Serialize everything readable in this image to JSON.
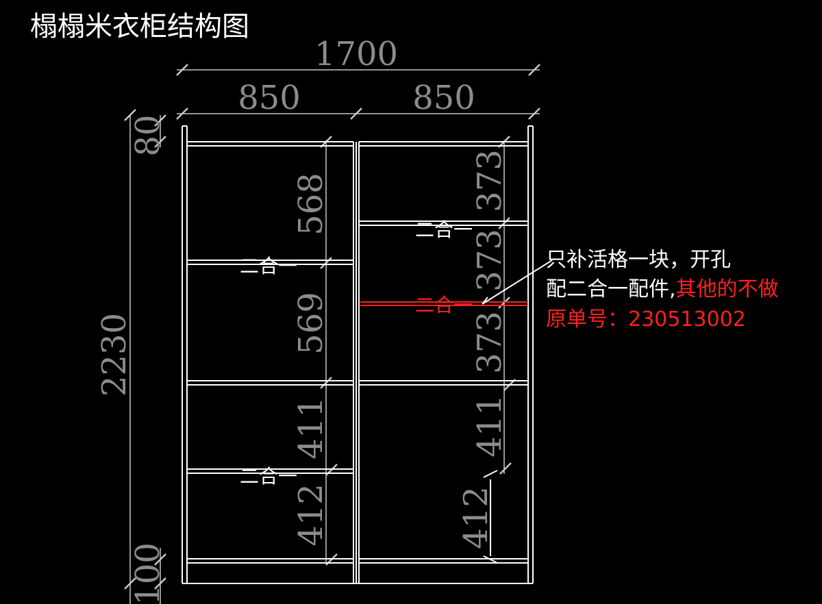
{
  "title": "榻榻米衣柜结构图",
  "dimensions": {
    "overall_width": "1700",
    "left_width": "850",
    "right_width": "850",
    "overall_height": "2230",
    "top_offset": "80",
    "bottom_offset": "100",
    "left_column": [
      "568",
      "569",
      "411",
      "412"
    ],
    "right_column": [
      "373",
      "373",
      "373",
      "411",
      "412"
    ]
  },
  "labels": {
    "left_upper": "二合一",
    "left_lower": "二合一",
    "right_upper": "二合一",
    "right_red": "二合一"
  },
  "note": {
    "line1": "只补活格一块，开孔",
    "line2_white": "配二合一配件,",
    "line2_red": "其他的不做",
    "line3": "原单号：230513002"
  },
  "colors": {
    "background": "#000000",
    "lines": "#ffffff",
    "dimension_text": "#8c8c8c",
    "highlight": "#ff2020"
  }
}
